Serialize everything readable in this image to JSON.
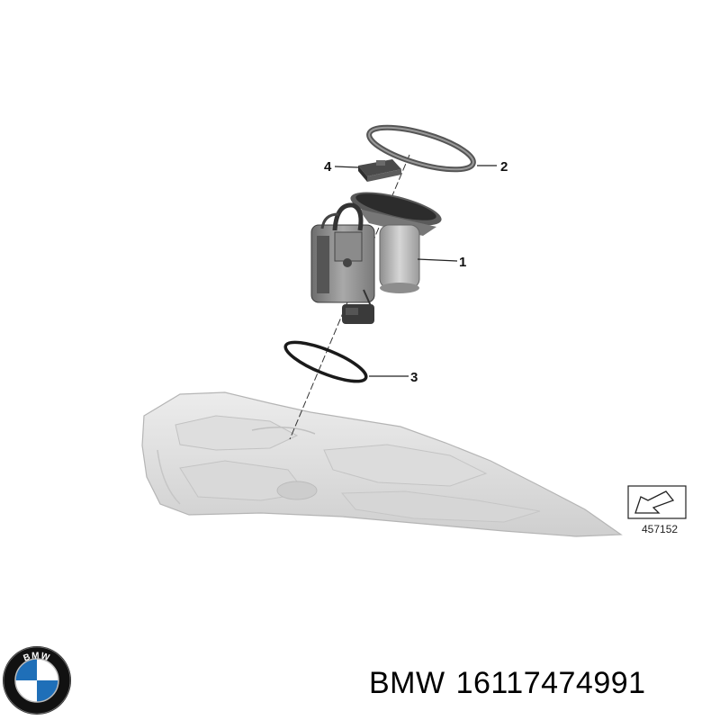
{
  "diagram": {
    "callouts": [
      "1",
      "2",
      "3",
      "4"
    ],
    "reference_number": "457152"
  },
  "logo": {
    "text": "BMW"
  },
  "caption": {
    "brand": "BMW",
    "part_number": "16117474991"
  }
}
